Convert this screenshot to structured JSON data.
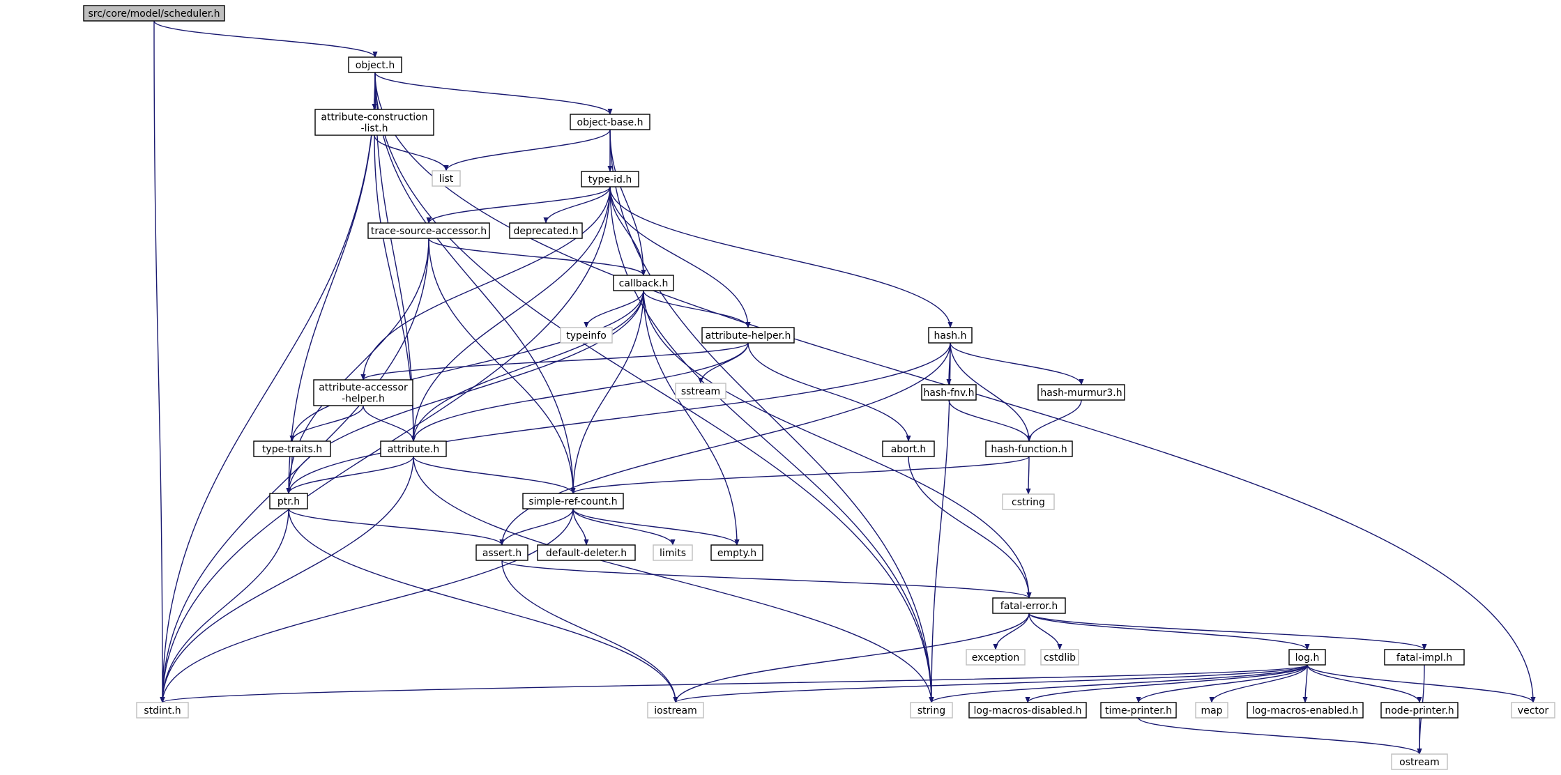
{
  "graph": {
    "title": "src/core/model/scheduler.h",
    "colors": {
      "edge": "#191970",
      "local_border": "#000000",
      "system_border": "#bfbfbf",
      "root_fill": "#bfbfbf",
      "background": "#ffffff"
    },
    "nodes": [
      {
        "id": "scheduler",
        "label": "src/core/model/scheduler.h",
        "kind": "root"
      },
      {
        "id": "object",
        "label": "object.h",
        "kind": "local"
      },
      {
        "id": "acl",
        "label": "attribute-construction\n-list.h",
        "kind": "local"
      },
      {
        "id": "objbase",
        "label": "object-base.h",
        "kind": "local"
      },
      {
        "id": "list",
        "label": "list",
        "kind": "system"
      },
      {
        "id": "typeid",
        "label": "type-id.h",
        "kind": "local"
      },
      {
        "id": "tsa",
        "label": "trace-source-accessor.h",
        "kind": "local"
      },
      {
        "id": "deprecated",
        "label": "deprecated.h",
        "kind": "local"
      },
      {
        "id": "callback",
        "label": "callback.h",
        "kind": "local"
      },
      {
        "id": "typeinfo",
        "label": "typeinfo",
        "kind": "system"
      },
      {
        "id": "ahelper",
        "label": "attribute-helper.h",
        "kind": "local"
      },
      {
        "id": "hash",
        "label": "hash.h",
        "kind": "local"
      },
      {
        "id": "aah",
        "label": "attribute-accessor\n-helper.h",
        "kind": "local"
      },
      {
        "id": "sstream",
        "label": "sstream",
        "kind": "system"
      },
      {
        "id": "hashfnv",
        "label": "hash-fnv.h",
        "kind": "local"
      },
      {
        "id": "hashmur",
        "label": "hash-murmur3.h",
        "kind": "local"
      },
      {
        "id": "typetraits",
        "label": "type-traits.h",
        "kind": "local"
      },
      {
        "id": "attribute",
        "label": "attribute.h",
        "kind": "local"
      },
      {
        "id": "abort",
        "label": "abort.h",
        "kind": "local"
      },
      {
        "id": "hashfunc",
        "label": "hash-function.h",
        "kind": "local"
      },
      {
        "id": "ptr",
        "label": "ptr.h",
        "kind": "local"
      },
      {
        "id": "src",
        "label": "simple-ref-count.h",
        "kind": "local"
      },
      {
        "id": "cstring",
        "label": "cstring",
        "kind": "system"
      },
      {
        "id": "assert",
        "label": "assert.h",
        "kind": "local"
      },
      {
        "id": "dd",
        "label": "default-deleter.h",
        "kind": "local"
      },
      {
        "id": "limits",
        "label": "limits",
        "kind": "system"
      },
      {
        "id": "empty",
        "label": "empty.h",
        "kind": "local"
      },
      {
        "id": "fatalerr",
        "label": "fatal-error.h",
        "kind": "local"
      },
      {
        "id": "exception",
        "label": "exception",
        "kind": "system"
      },
      {
        "id": "cstdlib",
        "label": "cstdlib",
        "kind": "system"
      },
      {
        "id": "log",
        "label": "log.h",
        "kind": "local"
      },
      {
        "id": "fatalimpl",
        "label": "fatal-impl.h",
        "kind": "local"
      },
      {
        "id": "stdint",
        "label": "stdint.h",
        "kind": "system"
      },
      {
        "id": "iostream",
        "label": "iostream",
        "kind": "system"
      },
      {
        "id": "string",
        "label": "string",
        "kind": "system"
      },
      {
        "id": "lmd",
        "label": "log-macros-disabled.h",
        "kind": "local"
      },
      {
        "id": "tprinter",
        "label": "time-printer.h",
        "kind": "local"
      },
      {
        "id": "map",
        "label": "map",
        "kind": "system"
      },
      {
        "id": "lme",
        "label": "log-macros-enabled.h",
        "kind": "local"
      },
      {
        "id": "nprinter",
        "label": "node-printer.h",
        "kind": "local"
      },
      {
        "id": "vector",
        "label": "vector",
        "kind": "system"
      },
      {
        "id": "ostream",
        "label": "ostream",
        "kind": "system"
      }
    ],
    "edges": [
      [
        "scheduler",
        "object"
      ],
      [
        "scheduler",
        "stdint"
      ],
      [
        "object",
        "acl"
      ],
      [
        "object",
        "objbase"
      ],
      [
        "object",
        "stdint"
      ],
      [
        "object",
        "ptr"
      ],
      [
        "object",
        "attribute"
      ],
      [
        "object",
        "src"
      ],
      [
        "object",
        "string"
      ],
      [
        "object",
        "vector"
      ],
      [
        "acl",
        "list"
      ],
      [
        "acl",
        "attribute"
      ],
      [
        "objbase",
        "list"
      ],
      [
        "objbase",
        "typeid"
      ],
      [
        "objbase",
        "callback"
      ],
      [
        "objbase",
        "string"
      ],
      [
        "typeid",
        "tsa"
      ],
      [
        "typeid",
        "deprecated"
      ],
      [
        "typeid",
        "callback"
      ],
      [
        "typeid",
        "ahelper"
      ],
      [
        "typeid",
        "hash"
      ],
      [
        "typeid",
        "aah"
      ],
      [
        "typeid",
        "attribute"
      ],
      [
        "typeid",
        "stdint"
      ],
      [
        "typeid",
        "string"
      ],
      [
        "tsa",
        "callback"
      ],
      [
        "tsa",
        "ptr"
      ],
      [
        "tsa",
        "src"
      ],
      [
        "tsa",
        "stdint"
      ],
      [
        "callback",
        "typeinfo"
      ],
      [
        "callback",
        "ahelper"
      ],
      [
        "callback",
        "typetraits"
      ],
      [
        "callback",
        "ptr"
      ],
      [
        "callback",
        "attribute"
      ],
      [
        "callback",
        "src"
      ],
      [
        "callback",
        "empty"
      ],
      [
        "callback",
        "fatalerr"
      ],
      [
        "ahelper",
        "sstream"
      ],
      [
        "ahelper",
        "aah"
      ],
      [
        "ahelper",
        "attribute"
      ],
      [
        "ahelper",
        "abort"
      ],
      [
        "hash",
        "hashfnv"
      ],
      [
        "hash",
        "hashmur"
      ],
      [
        "hash",
        "hashfunc"
      ],
      [
        "hash",
        "ptr"
      ],
      [
        "hash",
        "assert"
      ],
      [
        "hash",
        "string"
      ],
      [
        "aah",
        "typetraits"
      ],
      [
        "aah",
        "attribute"
      ],
      [
        "hashfnv",
        "hashfunc"
      ],
      [
        "hashmur",
        "hashfunc"
      ],
      [
        "typetraits",
        "ptr"
      ],
      [
        "attribute",
        "ptr"
      ],
      [
        "attribute",
        "src"
      ],
      [
        "attribute",
        "stdint"
      ],
      [
        "attribute",
        "string"
      ],
      [
        "abort",
        "fatalerr"
      ],
      [
        "hashfunc",
        "src"
      ],
      [
        "hashfunc",
        "cstring"
      ],
      [
        "ptr",
        "assert"
      ],
      [
        "ptr",
        "stdint"
      ],
      [
        "ptr",
        "iostream"
      ],
      [
        "src",
        "assert"
      ],
      [
        "src",
        "dd"
      ],
      [
        "src",
        "limits"
      ],
      [
        "src",
        "empty"
      ],
      [
        "src",
        "stdint"
      ],
      [
        "assert",
        "fatalerr"
      ],
      [
        "assert",
        "iostream"
      ],
      [
        "fatalerr",
        "exception"
      ],
      [
        "fatalerr",
        "cstdlib"
      ],
      [
        "fatalerr",
        "log"
      ],
      [
        "fatalerr",
        "fatalimpl"
      ],
      [
        "fatalerr",
        "iostream"
      ],
      [
        "log",
        "stdint"
      ],
      [
        "log",
        "iostream"
      ],
      [
        "log",
        "string"
      ],
      [
        "log",
        "lmd"
      ],
      [
        "log",
        "tprinter"
      ],
      [
        "log",
        "map"
      ],
      [
        "log",
        "lme"
      ],
      [
        "log",
        "nprinter"
      ],
      [
        "log",
        "vector"
      ],
      [
        "fatalimpl",
        "ostream"
      ],
      [
        "tprinter",
        "ostream"
      ],
      [
        "nprinter",
        "ostream"
      ]
    ]
  }
}
